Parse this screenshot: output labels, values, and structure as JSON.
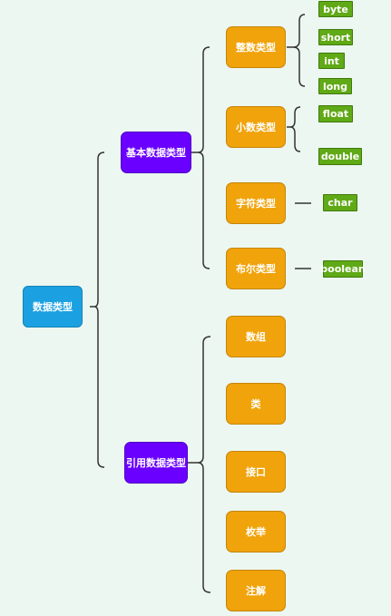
{
  "diagram": {
    "root": "数据类型",
    "primitive": "基本数据类型",
    "reference": "引用数据类型",
    "primitive_groups": {
      "integer": "整数类型",
      "decimal": "小数类型",
      "character": "字符类型",
      "boolean": "布尔类型"
    },
    "integer_types": [
      "byte",
      "short",
      "int",
      "long"
    ],
    "decimal_types": [
      "float",
      "double"
    ],
    "character_types": [
      "char"
    ],
    "boolean_types": [
      "boolean"
    ],
    "reference_types": [
      "数组",
      "类",
      "接口",
      "枚举",
      "注解"
    ]
  },
  "colors": {
    "root": "#1ba1e2",
    "category": "#6a00ff",
    "subcategory": "#f0a30a",
    "leaf": "#60a917",
    "connector": "#333333"
  }
}
